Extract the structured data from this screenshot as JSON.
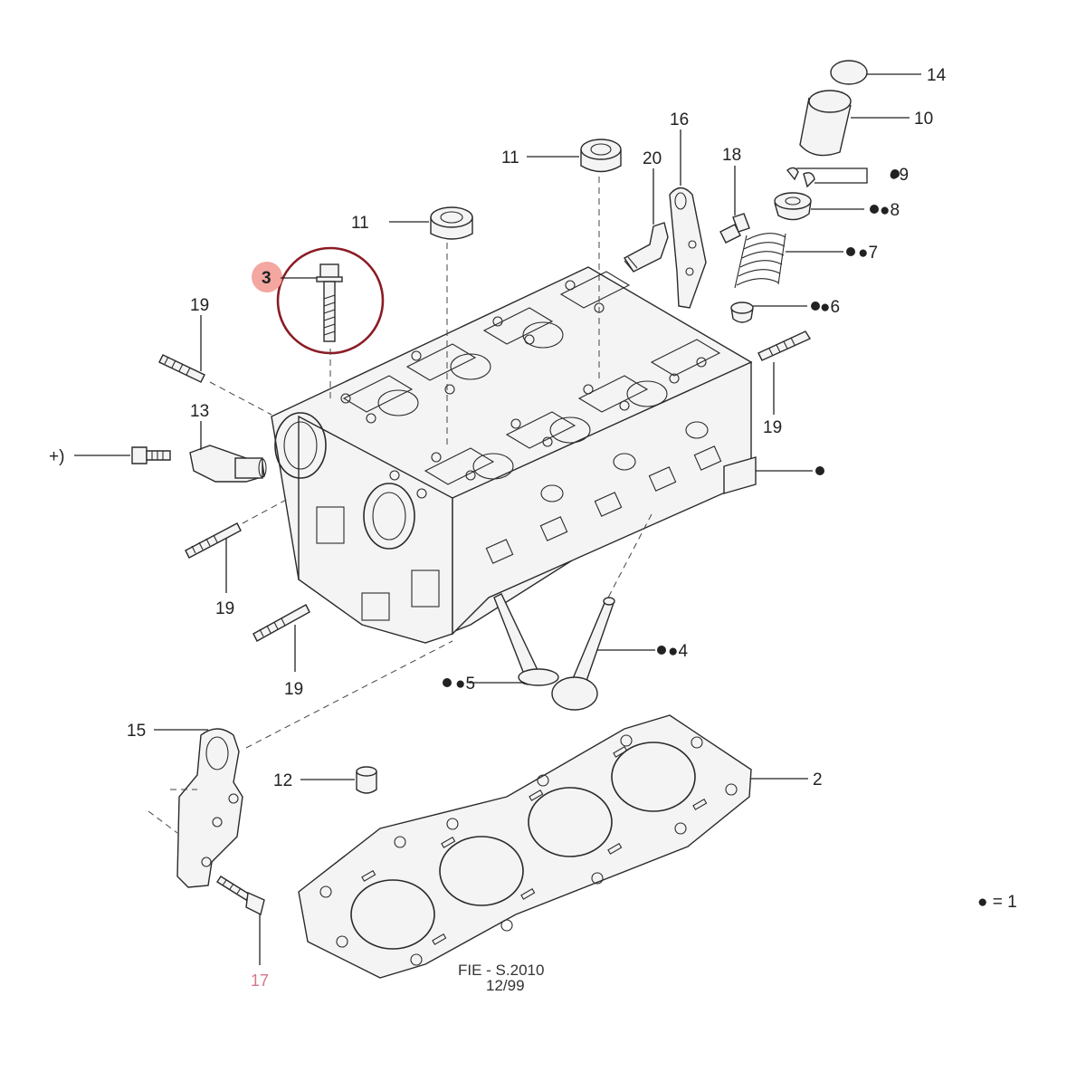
{
  "callouts": {
    "c1_legend": "● = 1",
    "c2": "2",
    "c3": "3",
    "c4": "●4",
    "c5": "●5",
    "c6": "●6",
    "c7": "●7",
    "c8": "●8",
    "c9": "●9",
    "c10": "10",
    "c11a": "11",
    "c11b": "11",
    "c12": "12",
    "c13": "13",
    "c14": "14",
    "c15": "15",
    "c16": "16",
    "c17": "17",
    "c18": "18",
    "c19a": "19",
    "c19b": "19",
    "c19c": "19",
    "c19d": "19",
    "c20": "20",
    "c_plus": "+)",
    "c_dot": "●"
  },
  "footer": {
    "ref": "FIE - S.2010",
    "date": "12/99"
  },
  "colors": {
    "highlight_ring": "#8b1c24",
    "highlight_badge": "#f4a6a0",
    "part17_text": "#d2778a",
    "line": "#2a2a2a"
  }
}
